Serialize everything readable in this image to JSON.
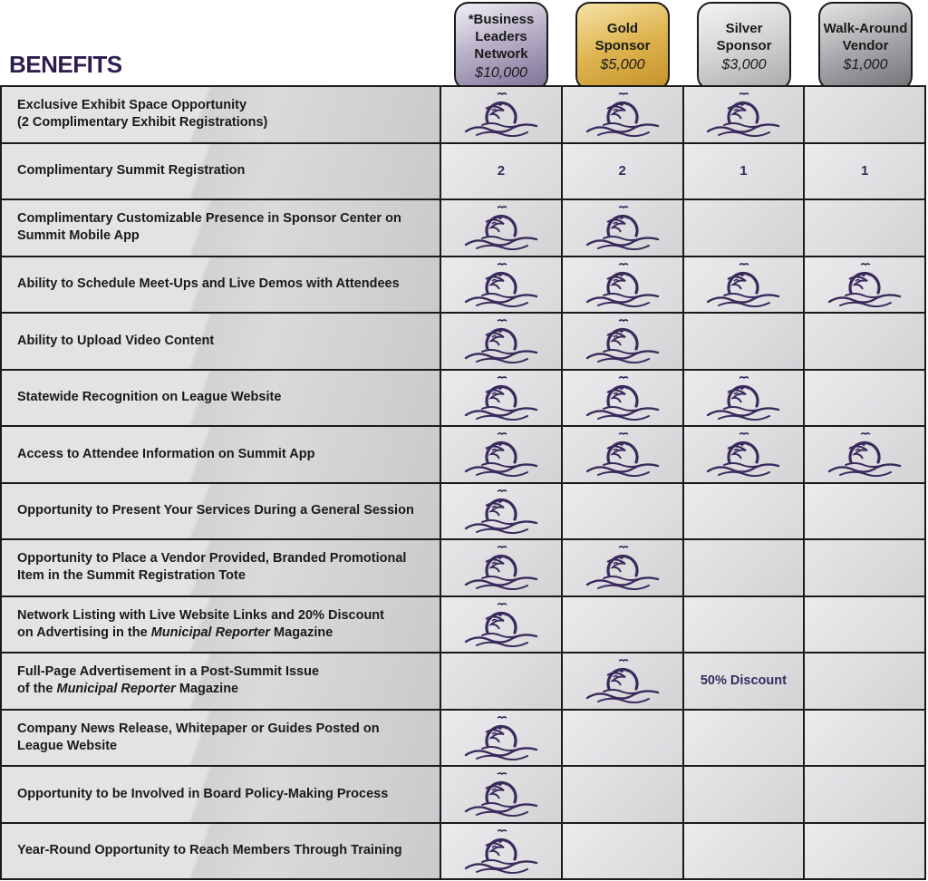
{
  "header": {
    "title": "BENEFITS"
  },
  "tiers": [
    {
      "name_lines": [
        "*Business",
        "Leaders",
        "Network"
      ],
      "price": "$10,000"
    },
    {
      "name_lines": [
        "Gold",
        "Sponsor"
      ],
      "price": "$5,000"
    },
    {
      "name_lines": [
        "Silver",
        "Sponsor"
      ],
      "price": "$3,000"
    },
    {
      "name_lines": [
        "Walk-Around",
        "Vendor"
      ],
      "price": "$1,000"
    }
  ],
  "rows": [
    {
      "label": [
        "Exclusive Exhibit Space Opportunity",
        "(2 Complimentary Exhibit Registrations)"
      ],
      "cells": [
        "check",
        "check",
        "check",
        ""
      ]
    },
    {
      "label": [
        "Complimentary Summit Registration"
      ],
      "cells": [
        "2",
        "2",
        "1",
        "1"
      ]
    },
    {
      "label": [
        "Complimentary Customizable Presence in Sponsor Center on",
        "Summit Mobile App"
      ],
      "cells": [
        "check",
        "check",
        "",
        ""
      ]
    },
    {
      "label": [
        "Ability to Schedule Meet-Ups and Live Demos with Attendees"
      ],
      "cells": [
        "check",
        "check",
        "check",
        "check"
      ]
    },
    {
      "label": [
        "Ability to Upload Video Content"
      ],
      "cells": [
        "check",
        "check",
        "",
        ""
      ]
    },
    {
      "label": [
        "Statewide Recognition on League Website"
      ],
      "cells": [
        "check",
        "check",
        "check",
        ""
      ]
    },
    {
      "label": [
        "Access to Attendee Information on Summit App"
      ],
      "cells": [
        "check",
        "check",
        "check",
        "check"
      ]
    },
    {
      "label": [
        "Opportunity to Present Your Services During a General Session"
      ],
      "cells": [
        "check",
        "",
        "",
        ""
      ]
    },
    {
      "label": [
        "Opportunity to Place a Vendor Provided, Branded Promotional",
        "Item in the Summit Registration Tote"
      ],
      "cells": [
        "check",
        "check",
        "",
        ""
      ]
    },
    {
      "label": [
        "Network Listing with Live Website Links and 20% Discount",
        "on Advertising in the <em>Municipal Reporter</em> Magazine"
      ],
      "cells": [
        "check",
        "",
        "",
        ""
      ]
    },
    {
      "label": [
        "Full-Page Advertisement in a Post-Summit Issue",
        "of the <em>Municipal Reporter</em> Magazine"
      ],
      "cells": [
        "",
        "check",
        "50% Discount",
        ""
      ]
    },
    {
      "label": [
        "Company News Release, Whitepaper or Guides Posted on",
        "League Website"
      ],
      "cells": [
        "check",
        "",
        "",
        ""
      ]
    },
    {
      "label": [
        "Opportunity to be Involved in Board Policy-Making Process"
      ],
      "cells": [
        "check",
        "",
        "",
        ""
      ]
    },
    {
      "label": [
        "Year-Round Opportunity to Reach Members Through Training"
      ],
      "cells": [
        "check",
        "",
        "",
        ""
      ]
    }
  ],
  "icon_name": "seagull-sun-waves-icon",
  "colors": {
    "accent_purple": "#2e1d4f",
    "icon_purple": "#3a2a5c"
  }
}
